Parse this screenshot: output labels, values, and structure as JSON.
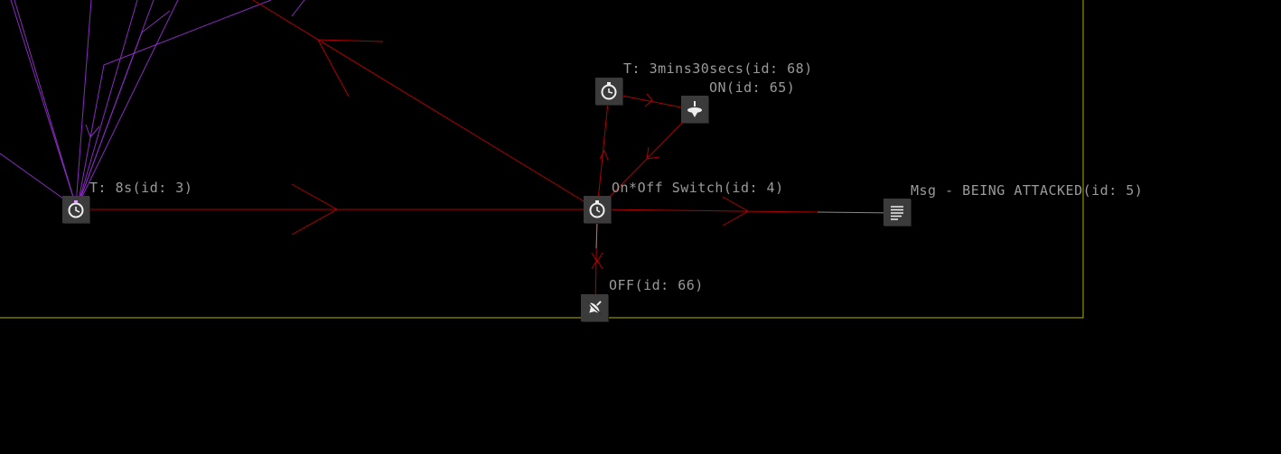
{
  "colors": {
    "background": "#000000",
    "link": "#b00000",
    "fan": "#8a2bbf",
    "bounds": "#b5b000",
    "node": "#3b3b3b",
    "label": "#9a9a9a"
  },
  "nodes": [
    {
      "id": "timer-3",
      "icon": "stopwatch-icon",
      "label": "T: 8s(id: 3)"
    },
    {
      "id": "timer-68",
      "icon": "stopwatch-icon",
      "label": "T: 3mins30secs(id: 68)"
    },
    {
      "id": "on-65",
      "icon": "spinning-top-icon",
      "label": "ON(id: 65)"
    },
    {
      "id": "switch-4",
      "icon": "stopwatch-icon",
      "label": "On*Off Switch(id: 4)"
    },
    {
      "id": "off-66",
      "icon": "spinning-top-off-icon",
      "label": "OFF(id: 66)"
    },
    {
      "id": "msg-5",
      "icon": "message-icon",
      "label": "Msg - BEING ATTACKED(id: 5)"
    }
  ]
}
